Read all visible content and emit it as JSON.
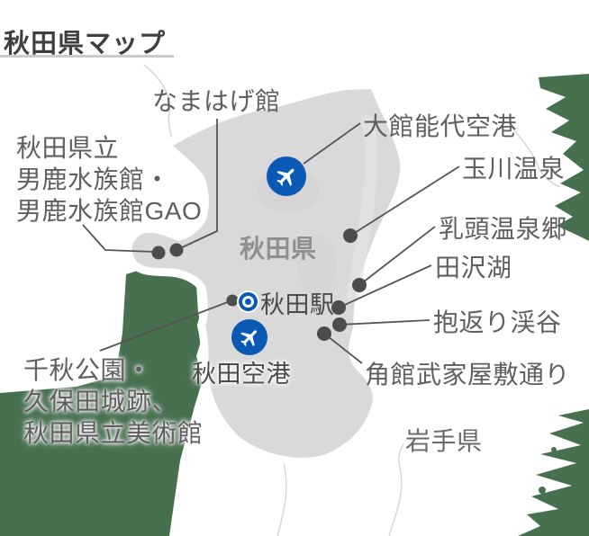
{
  "title": "秋田県マップ",
  "map": {
    "region_label": "秋田県",
    "neighbor_label": "岩手県",
    "labels": {
      "namahage": "なまはげ館",
      "odate_airport": "大館能代空港",
      "tamagawa": "玉川温泉",
      "nyuto": "乳頭温泉郷",
      "tazawa": "田沢湖",
      "dakigaeri": "抱返り渓谷",
      "kakunodate": "角館武家屋敷通り",
      "akita_station": "秋田駅",
      "akita_airport": "秋田空港",
      "aquarium": [
        "秋田県立",
        "男鹿水族館・",
        "男鹿水族館GAO"
      ],
      "senshu": [
        "千秋公園・",
        "久保田城跡、",
        "秋田県立美術館"
      ]
    },
    "icons": [
      "airplane-icon",
      "station-icon",
      "poi-dot"
    ],
    "colors": {
      "prefecture_fill": "#d9d9d9",
      "sea_green": "#47704f",
      "marker_blue": "#0a59b5",
      "dot_gray": "#4c4c4c",
      "line_gray": "#555555",
      "label_gray": "#5f5f5f",
      "title_gray": "#3f3f3f"
    }
  }
}
